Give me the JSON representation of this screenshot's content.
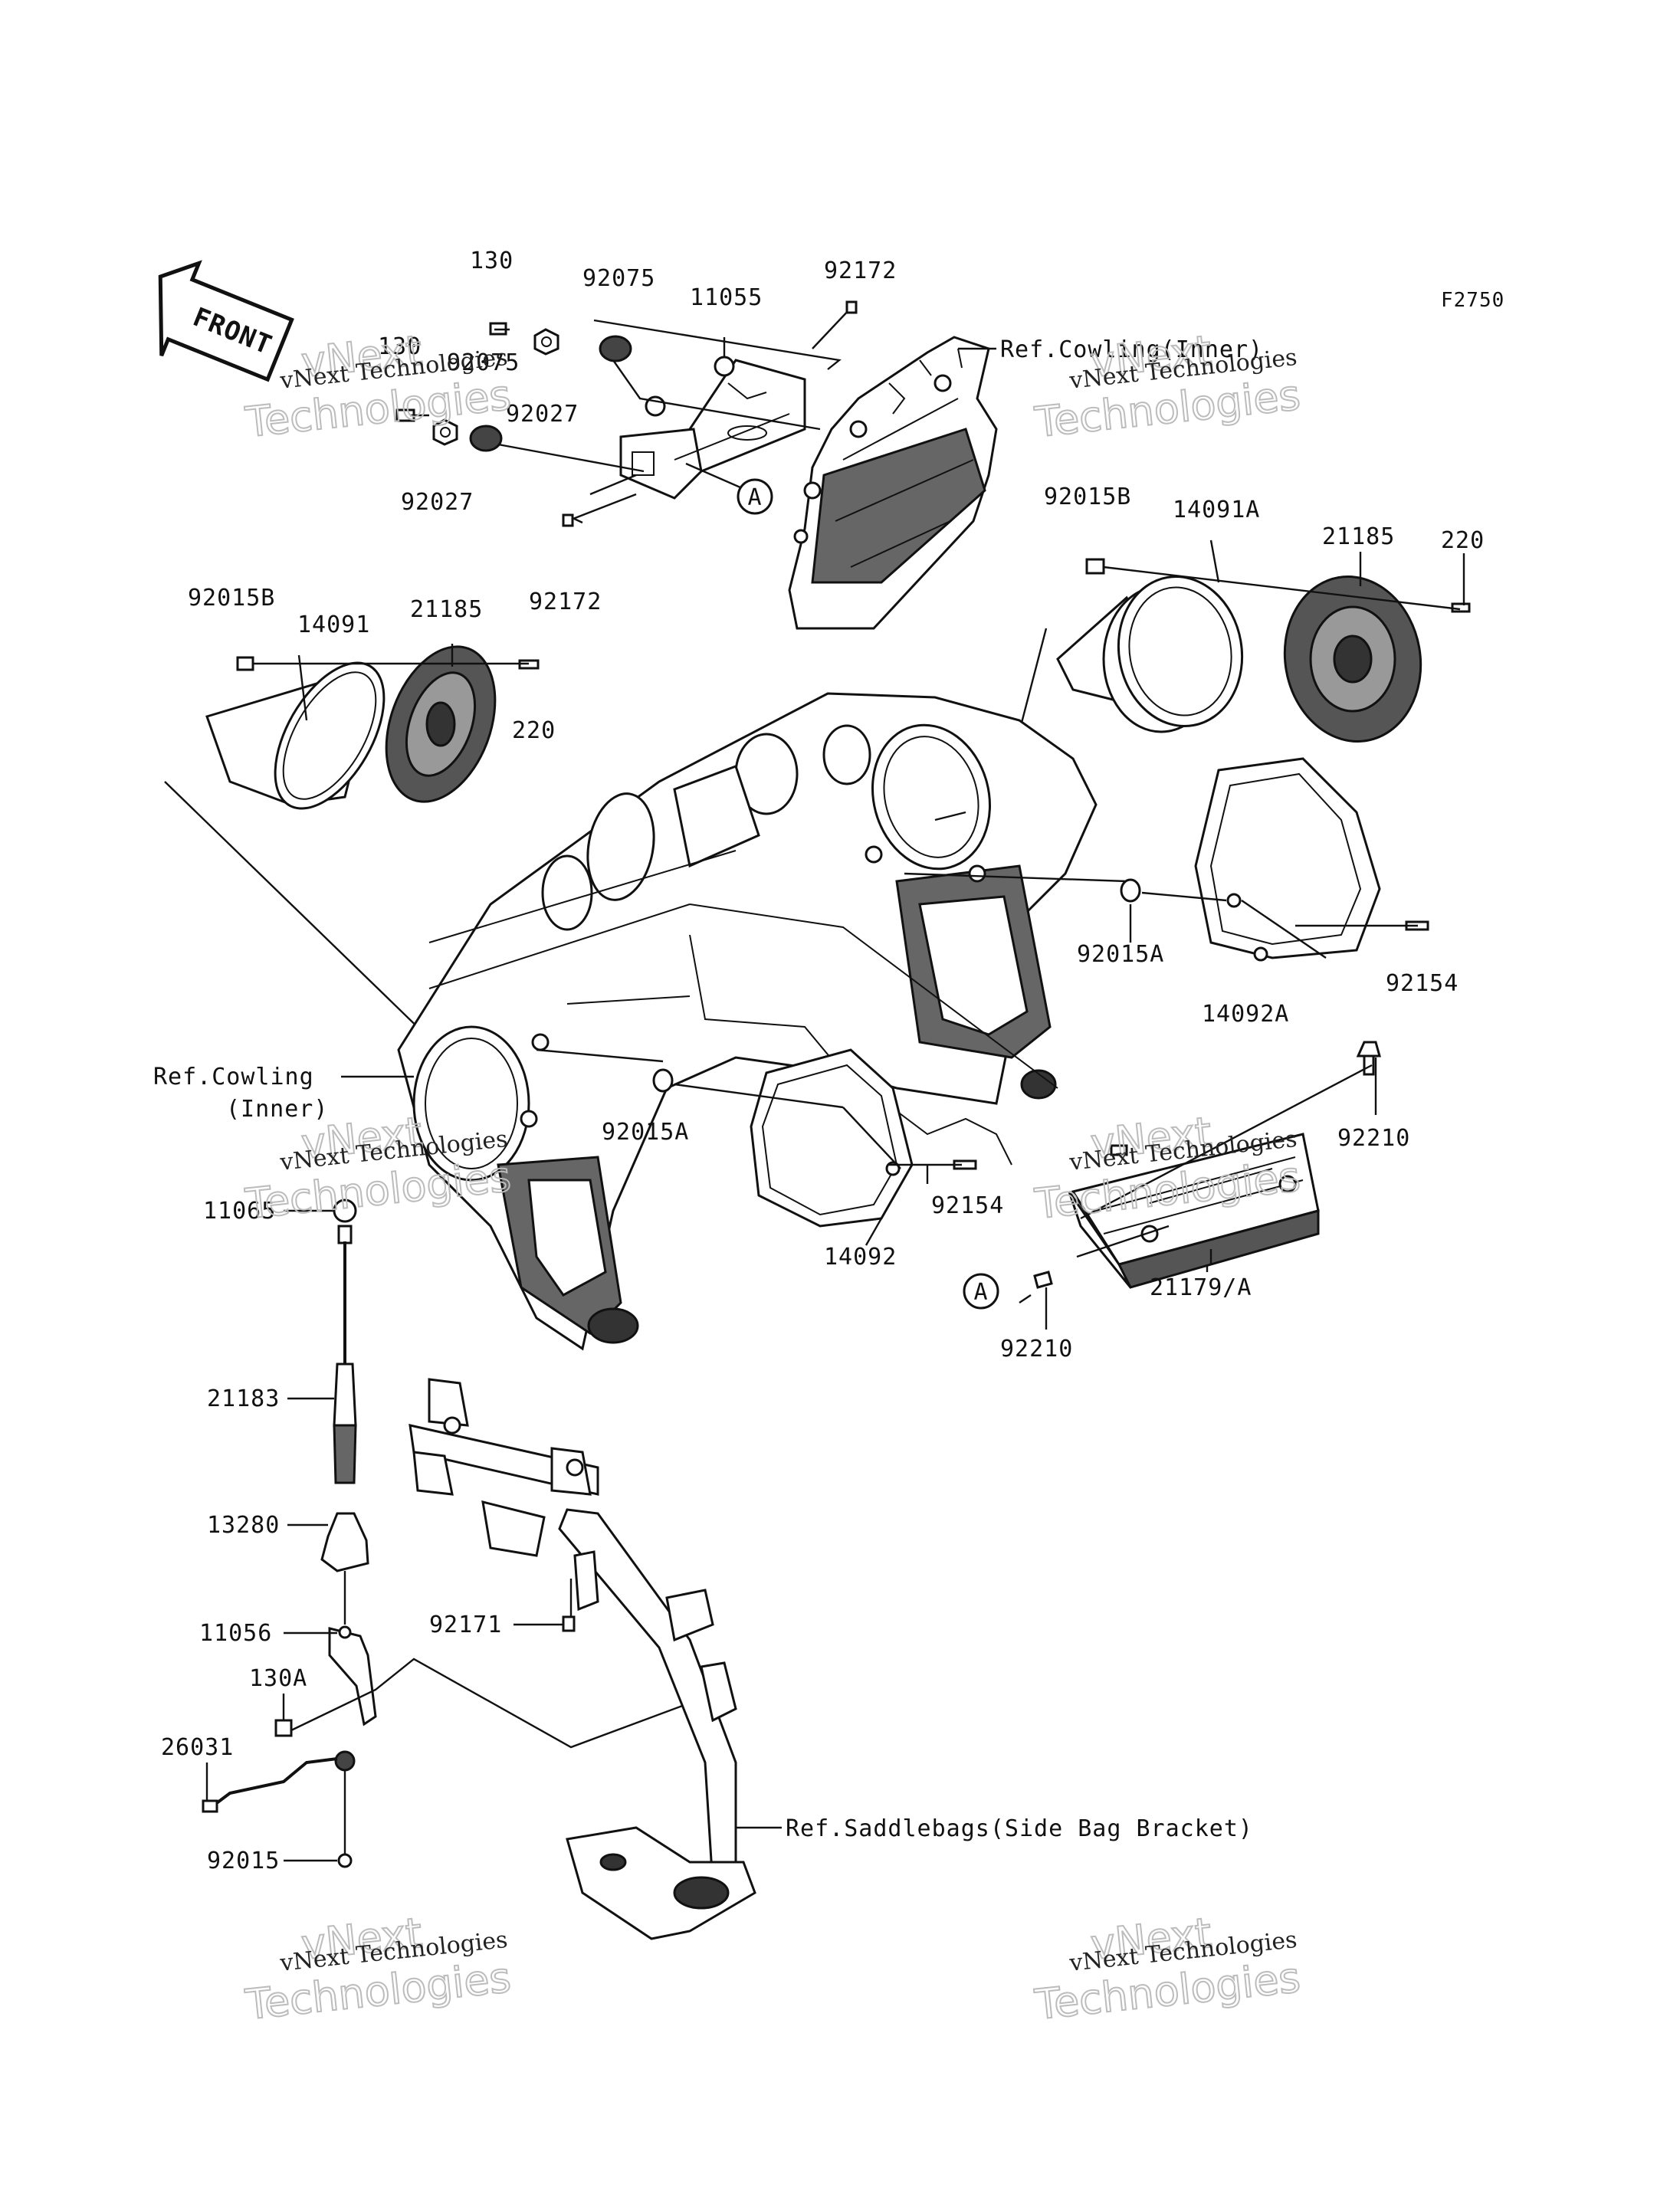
{
  "figure_code": "F2750",
  "front_label": "FRONT",
  "callout_letter": "A",
  "parts": [
    {
      "id": "p130_top",
      "text": "130"
    },
    {
      "id": "p130_mid",
      "text": "130"
    },
    {
      "id": "p92075_top",
      "text": "92075"
    },
    {
      "id": "p92075_mid",
      "text": "92075"
    },
    {
      "id": "p92027_a",
      "text": "92027"
    },
    {
      "id": "p92027_b",
      "text": "92027"
    },
    {
      "id": "p11055",
      "text": "11055"
    },
    {
      "id": "p92172_top",
      "text": "92172"
    },
    {
      "id": "p92172_bot",
      "text": "92172"
    },
    {
      "id": "p92015B_left",
      "text": "92015B"
    },
    {
      "id": "p14091",
      "text": "14091"
    },
    {
      "id": "p21185_left",
      "text": "21185"
    },
    {
      "id": "p220_left",
      "text": "220"
    },
    {
      "id": "p92015B_right",
      "text": "92015B"
    },
    {
      "id": "p14091A",
      "text": "14091A"
    },
    {
      "id": "p21185_right",
      "text": "21185"
    },
    {
      "id": "p220_right",
      "text": "220"
    },
    {
      "id": "p92015A_right",
      "text": "92015A"
    },
    {
      "id": "p92154_right",
      "text": "92154"
    },
    {
      "id": "p14092A",
      "text": "14092A"
    },
    {
      "id": "p92015A_left",
      "text": "92015A"
    },
    {
      "id": "p92154_left",
      "text": "92154"
    },
    {
      "id": "p14092",
      "text": "14092"
    },
    {
      "id": "p92210_top",
      "text": "92210"
    },
    {
      "id": "p92210_bot",
      "text": "92210"
    },
    {
      "id": "p21179A",
      "text": "21179/A"
    },
    {
      "id": "p11065",
      "text": "11065"
    },
    {
      "id": "p21183",
      "text": "21183"
    },
    {
      "id": "p13280",
      "text": "13280"
    },
    {
      "id": "p11056",
      "text": "11056"
    },
    {
      "id": "p130A",
      "text": "130A"
    },
    {
      "id": "p26031",
      "text": "26031"
    },
    {
      "id": "p92015",
      "text": "92015"
    },
    {
      "id": "p92171",
      "text": "92171"
    }
  ],
  "refs": {
    "cowling_inner_top": "Ref.Cowling(Inner)",
    "cowling_left_line1": "Ref.Cowling",
    "cowling_left_line2": "(Inner)",
    "saddlebags": "Ref.Saddlebags(Side Bag Bracket)"
  },
  "watermark": {
    "line1": "vNext Technologies",
    "line2_a": "vNext",
    "line2_b": "Technologies"
  }
}
